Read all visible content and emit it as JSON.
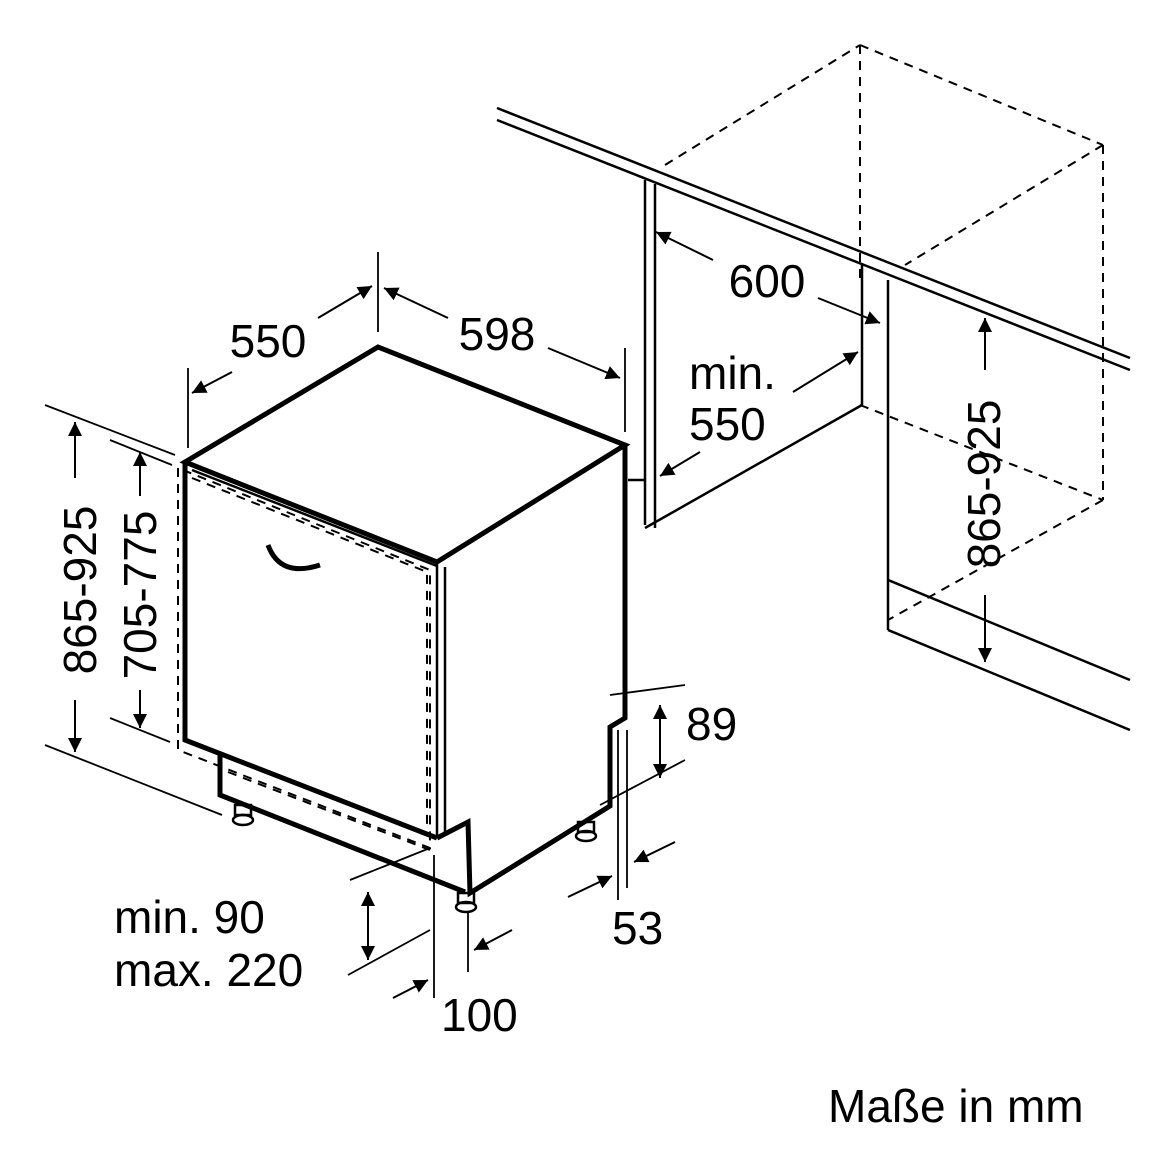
{
  "labels": {
    "width_550": "550",
    "width_598": "598",
    "niche_600": "600",
    "niche_min": "min.",
    "niche_min_550": "550",
    "height_865_925_left": "865-925",
    "height_705_775": "705-775",
    "height_865_925_right": "865-925",
    "plinth_89": "89",
    "depth_53": "53",
    "plinth_min": "min. 90",
    "plinth_max": "max. 220",
    "offset_100": "100",
    "units_note": "Maße in mm"
  }
}
